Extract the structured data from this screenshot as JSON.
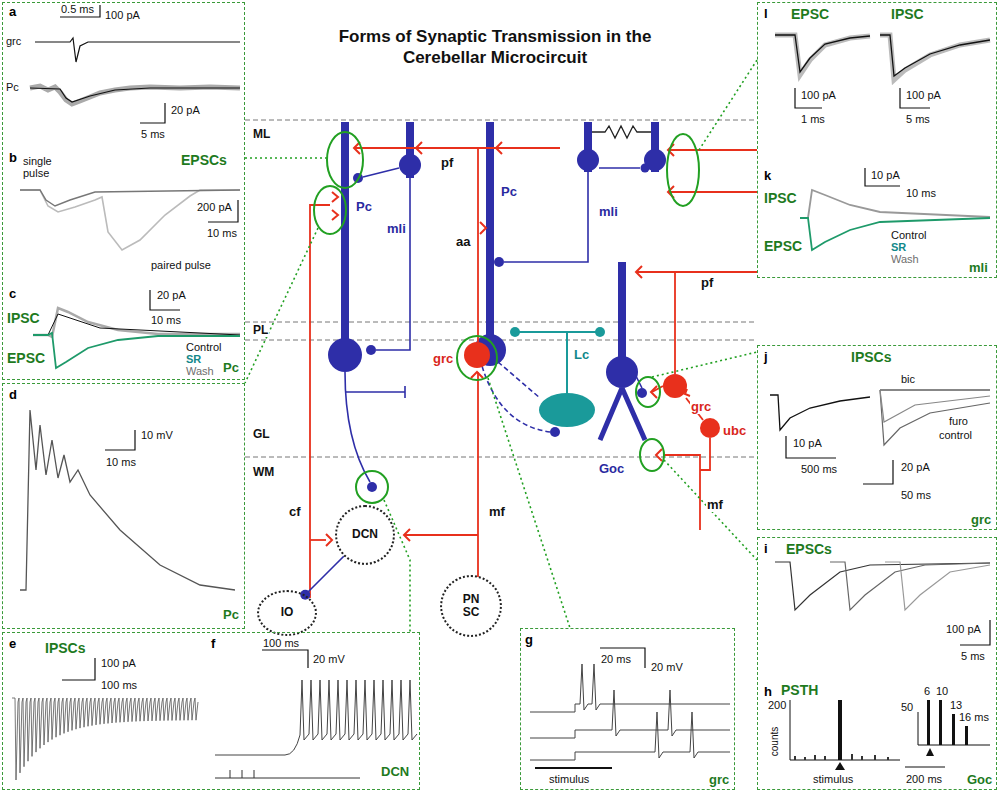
{
  "diagram": {
    "title": "Forms of Synaptic Transmission in the Cerebellar Microcircuit",
    "nodes": [
      {
        "text": [
          "a",
          "0.5 ms",
          "100 pA",
          "grc",
          "Pc",
          "20 pA",
          "5 ms",
          "b",
          "single pulse",
          "EPSCs",
          "200 pA",
          "10 ms",
          "paired pulse",
          "c",
          "IPSC",
          "20 pA",
          "10 ms",
          "EPSC",
          "Control",
          "SR",
          "Wash",
          "Pc"
        ]
      },
      {
        "text": [
          "l",
          "EPSC",
          "IPSC",
          "100 pA",
          "1 ms",
          "100 pA",
          "5 ms",
          "k",
          "10 pA",
          "10 ms",
          "IPSC",
          "Control",
          "SR",
          "Wash",
          "EPSC",
          "mli"
        ]
      },
      {
        "text": [
          "d",
          "10 mV",
          "10 ms",
          "Pc"
        ]
      },
      {
        "text": [
          "j",
          "IPSCs",
          "10 pA",
          "500 ms",
          "bic",
          "furo",
          "control",
          "20 pA",
          "50 ms",
          "grc"
        ]
      },
      {
        "text": [
          "DCN"
        ]
      },
      {
        "text": [
          "IO"
        ]
      },
      {
        "text": [
          "PN SC"
        ]
      },
      {
        "text": [
          "i",
          "EPSCs",
          "100 pA",
          "5 ms",
          "h",
          "PSTH",
          "200",
          "counts",
          "50",
          "6",
          "10",
          "13",
          "16 ms",
          "stimulus",
          "200 ms",
          "Goc"
        ]
      },
      {
        "text": [
          "e",
          "IPSCs",
          "100 pA",
          "100 ms",
          "f",
          "100 ms",
          "20 mV",
          "DCN"
        ]
      },
      {
        "text": [
          "g",
          "20 ms",
          "20 mV",
          "stimulus",
          "grc"
        ]
      }
    ],
    "edges": [
      {
        "from": 4,
        "to": 5,
        "arrow": "none"
      }
    ],
    "labels": [
      "ML",
      "PL",
      "GL",
      "WM",
      "Pc",
      "mli",
      "pf",
      "aa",
      "Pc",
      "mli",
      "pf",
      "Lc",
      "grc",
      "Goc",
      "grc",
      "ubc",
      "mf",
      "cf",
      "mf"
    ]
  }
}
